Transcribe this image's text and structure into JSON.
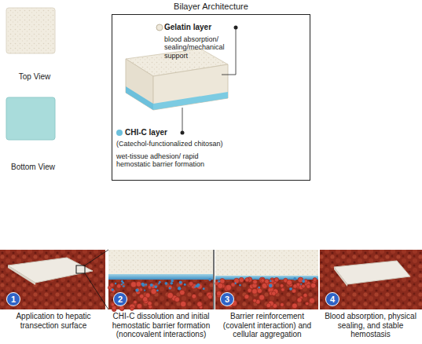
{
  "diagram": {
    "nodes": [
      {
        "text": [
          "Bilayer Architecture"
        ]
      },
      {
        "text": [
          "1"
        ]
      },
      {
        "text": [
          "2"
        ]
      },
      {
        "text": [
          "3"
        ]
      },
      {
        "text": [
          "4"
        ]
      }
    ],
    "labels": [
      "Top View",
      "Bottom View",
      "Gelatin layer",
      "blood absorption/ sealing/mechanical support",
      "CHI-C layer",
      "(Catechol-functionalized chitosan)",
      "wet-tissue adhesion/ rapid hemostatic barrier formation",
      "Application to hepatic transection surface",
      "CHI-C dissolution and initial hemostatic barrier formation (noncovalent interactions)",
      "Barrier reinforcement (covalent interaction) and cellular aggregation",
      "Blood absorption, physical sealing, and stable hemostasis"
    ]
  }
}
